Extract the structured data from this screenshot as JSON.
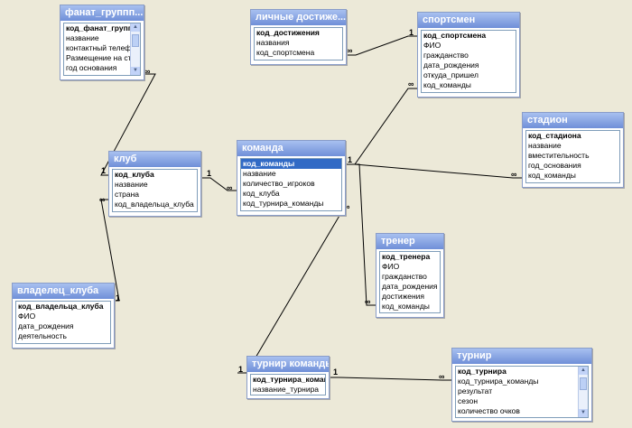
{
  "tables": {
    "fan": {
      "title": "фанат_группп...",
      "fields": [
        "код_фанат_групп",
        "название",
        "контактный телеф",
        "Размещение на ста",
        "год основания"
      ]
    },
    "achieve": {
      "title": "личные достиже...",
      "fields": [
        "код_достижения",
        "названия",
        "код_спортсмена"
      ]
    },
    "athlete": {
      "title": "спортсмен",
      "fields": [
        "код_спортсмена",
        "ФИО",
        "гражданство",
        "дата_рождения",
        "откуда_пришел",
        "код_команды"
      ]
    },
    "stadium": {
      "title": "стадион",
      "fields": [
        "код_стадиона",
        "название",
        "вместительность",
        "год_основания",
        "код_команды"
      ]
    },
    "club": {
      "title": "клуб",
      "fields": [
        "код_клуба",
        "название",
        "страна",
        "код_владельца_клуба"
      ]
    },
    "team": {
      "title": "команда",
      "fields": [
        "код_команды",
        "название",
        "количество_игроков",
        "код_клуба",
        "код_турнира_команды"
      ]
    },
    "coach": {
      "title": "тренер",
      "fields": [
        "код_тренера",
        "ФИО",
        "гражданство",
        "дата_рождения",
        "достижения",
        "код_команды"
      ]
    },
    "owner": {
      "title": "владелец_клуба",
      "fields": [
        "код_владельца_клуба",
        "ФИО",
        "дата_рождения",
        "деятельность"
      ]
    },
    "teamtour": {
      "title": "турнир команды",
      "fields": [
        "код_турнира_команд",
        "название_турнира"
      ]
    },
    "tournament": {
      "title": "турнир",
      "fields": [
        "код_турнира",
        "код_турнира_команды",
        "результат",
        "сезон",
        "количество очков"
      ]
    }
  },
  "cardinality": {
    "one": "1",
    "many": "∞"
  }
}
